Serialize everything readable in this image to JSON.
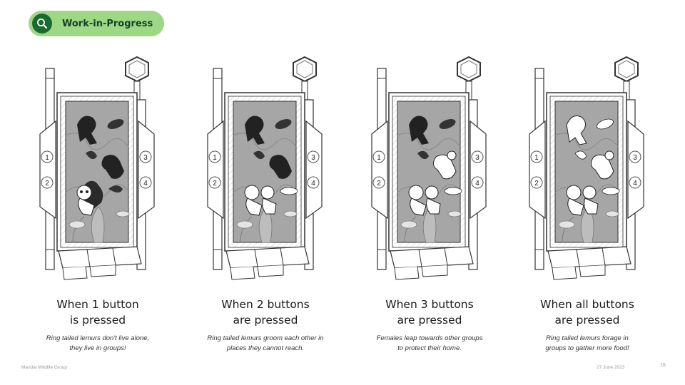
{
  "badge": {
    "label": "Work-in-Progress",
    "icon": "search-icon",
    "color": "#9ed884",
    "icon_bg": "#1c6b2e"
  },
  "panels": [
    {
      "button_labels": [
        "1",
        "2",
        "3",
        "4"
      ],
      "title": [
        "When 1 button",
        "is pressed"
      ],
      "description": [
        "Ring tailed lemurs don't live alone,",
        "they live in groups!"
      ],
      "revealed": 1
    },
    {
      "button_labels": [
        "1",
        "2",
        "3",
        "4"
      ],
      "title": [
        "When 2 buttons",
        "are pressed"
      ],
      "description": [
        "Ring tailed lemurs groom each other in",
        "places they cannot reach."
      ],
      "revealed": 2
    },
    {
      "button_labels": [
        "1",
        "2",
        "3",
        "4"
      ],
      "title": [
        "When 3 buttons",
        "are pressed"
      ],
      "description": [
        "Females leap towards other groups",
        "to protect their home."
      ],
      "revealed": 3
    },
    {
      "button_labels": [
        "1",
        "2",
        "3",
        "4"
      ],
      "title": [
        "When all buttons",
        "are pressed"
      ],
      "description": [
        "Ring tailed lemurs forage in",
        "groups to gather more food!"
      ],
      "revealed": 4
    }
  ],
  "footer": {
    "org": "Mandai Wildlife Group",
    "date": "27 June 2023",
    "page": "16"
  }
}
